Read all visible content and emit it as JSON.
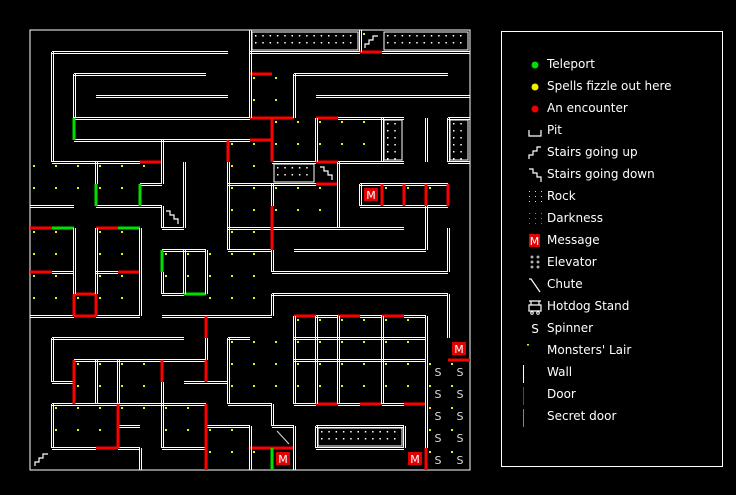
{
  "map": {
    "title": "Dungeon level map",
    "message_marker": "M",
    "spinner_marker": "S"
  },
  "legend": {
    "items": [
      {
        "icon": "teleport-icon",
        "label": "Teleport",
        "color": "#00e000"
      },
      {
        "icon": "spell-fizzle-icon",
        "label": "Spells fizzle out here",
        "color": "#f0f000"
      },
      {
        "icon": "encounter-icon",
        "label": "An encounter",
        "color": "#f00000"
      },
      {
        "icon": "pit-icon",
        "label": "Pit"
      },
      {
        "icon": "stairs-up-icon",
        "label": "Stairs going up"
      },
      {
        "icon": "stairs-down-icon",
        "label": "Stairs going down"
      },
      {
        "icon": "rock-icon",
        "label": "Rock"
      },
      {
        "icon": "darkness-icon",
        "label": "Darkness"
      },
      {
        "icon": "message-icon",
        "label": "Message",
        "glyph": "M",
        "color": "#e00000"
      },
      {
        "icon": "elevator-icon",
        "label": "Elevator"
      },
      {
        "icon": "chute-icon",
        "label": "Chute"
      },
      {
        "icon": "hotdog-stand-icon",
        "label": "Hotdog Stand"
      },
      {
        "icon": "spinner-icon",
        "label": "Spinner",
        "glyph": "S"
      },
      {
        "icon": "monsters-lair-icon",
        "label": "Monsters' Lair",
        "color": "#f0f000"
      },
      {
        "icon": "wall-icon",
        "label": "Wall",
        "color": "#ffffff"
      },
      {
        "icon": "door-icon",
        "label": "Door",
        "color": "#ff0000"
      },
      {
        "icon": "secret-door-icon",
        "label": "Secret door",
        "color": "#00e000"
      }
    ]
  }
}
